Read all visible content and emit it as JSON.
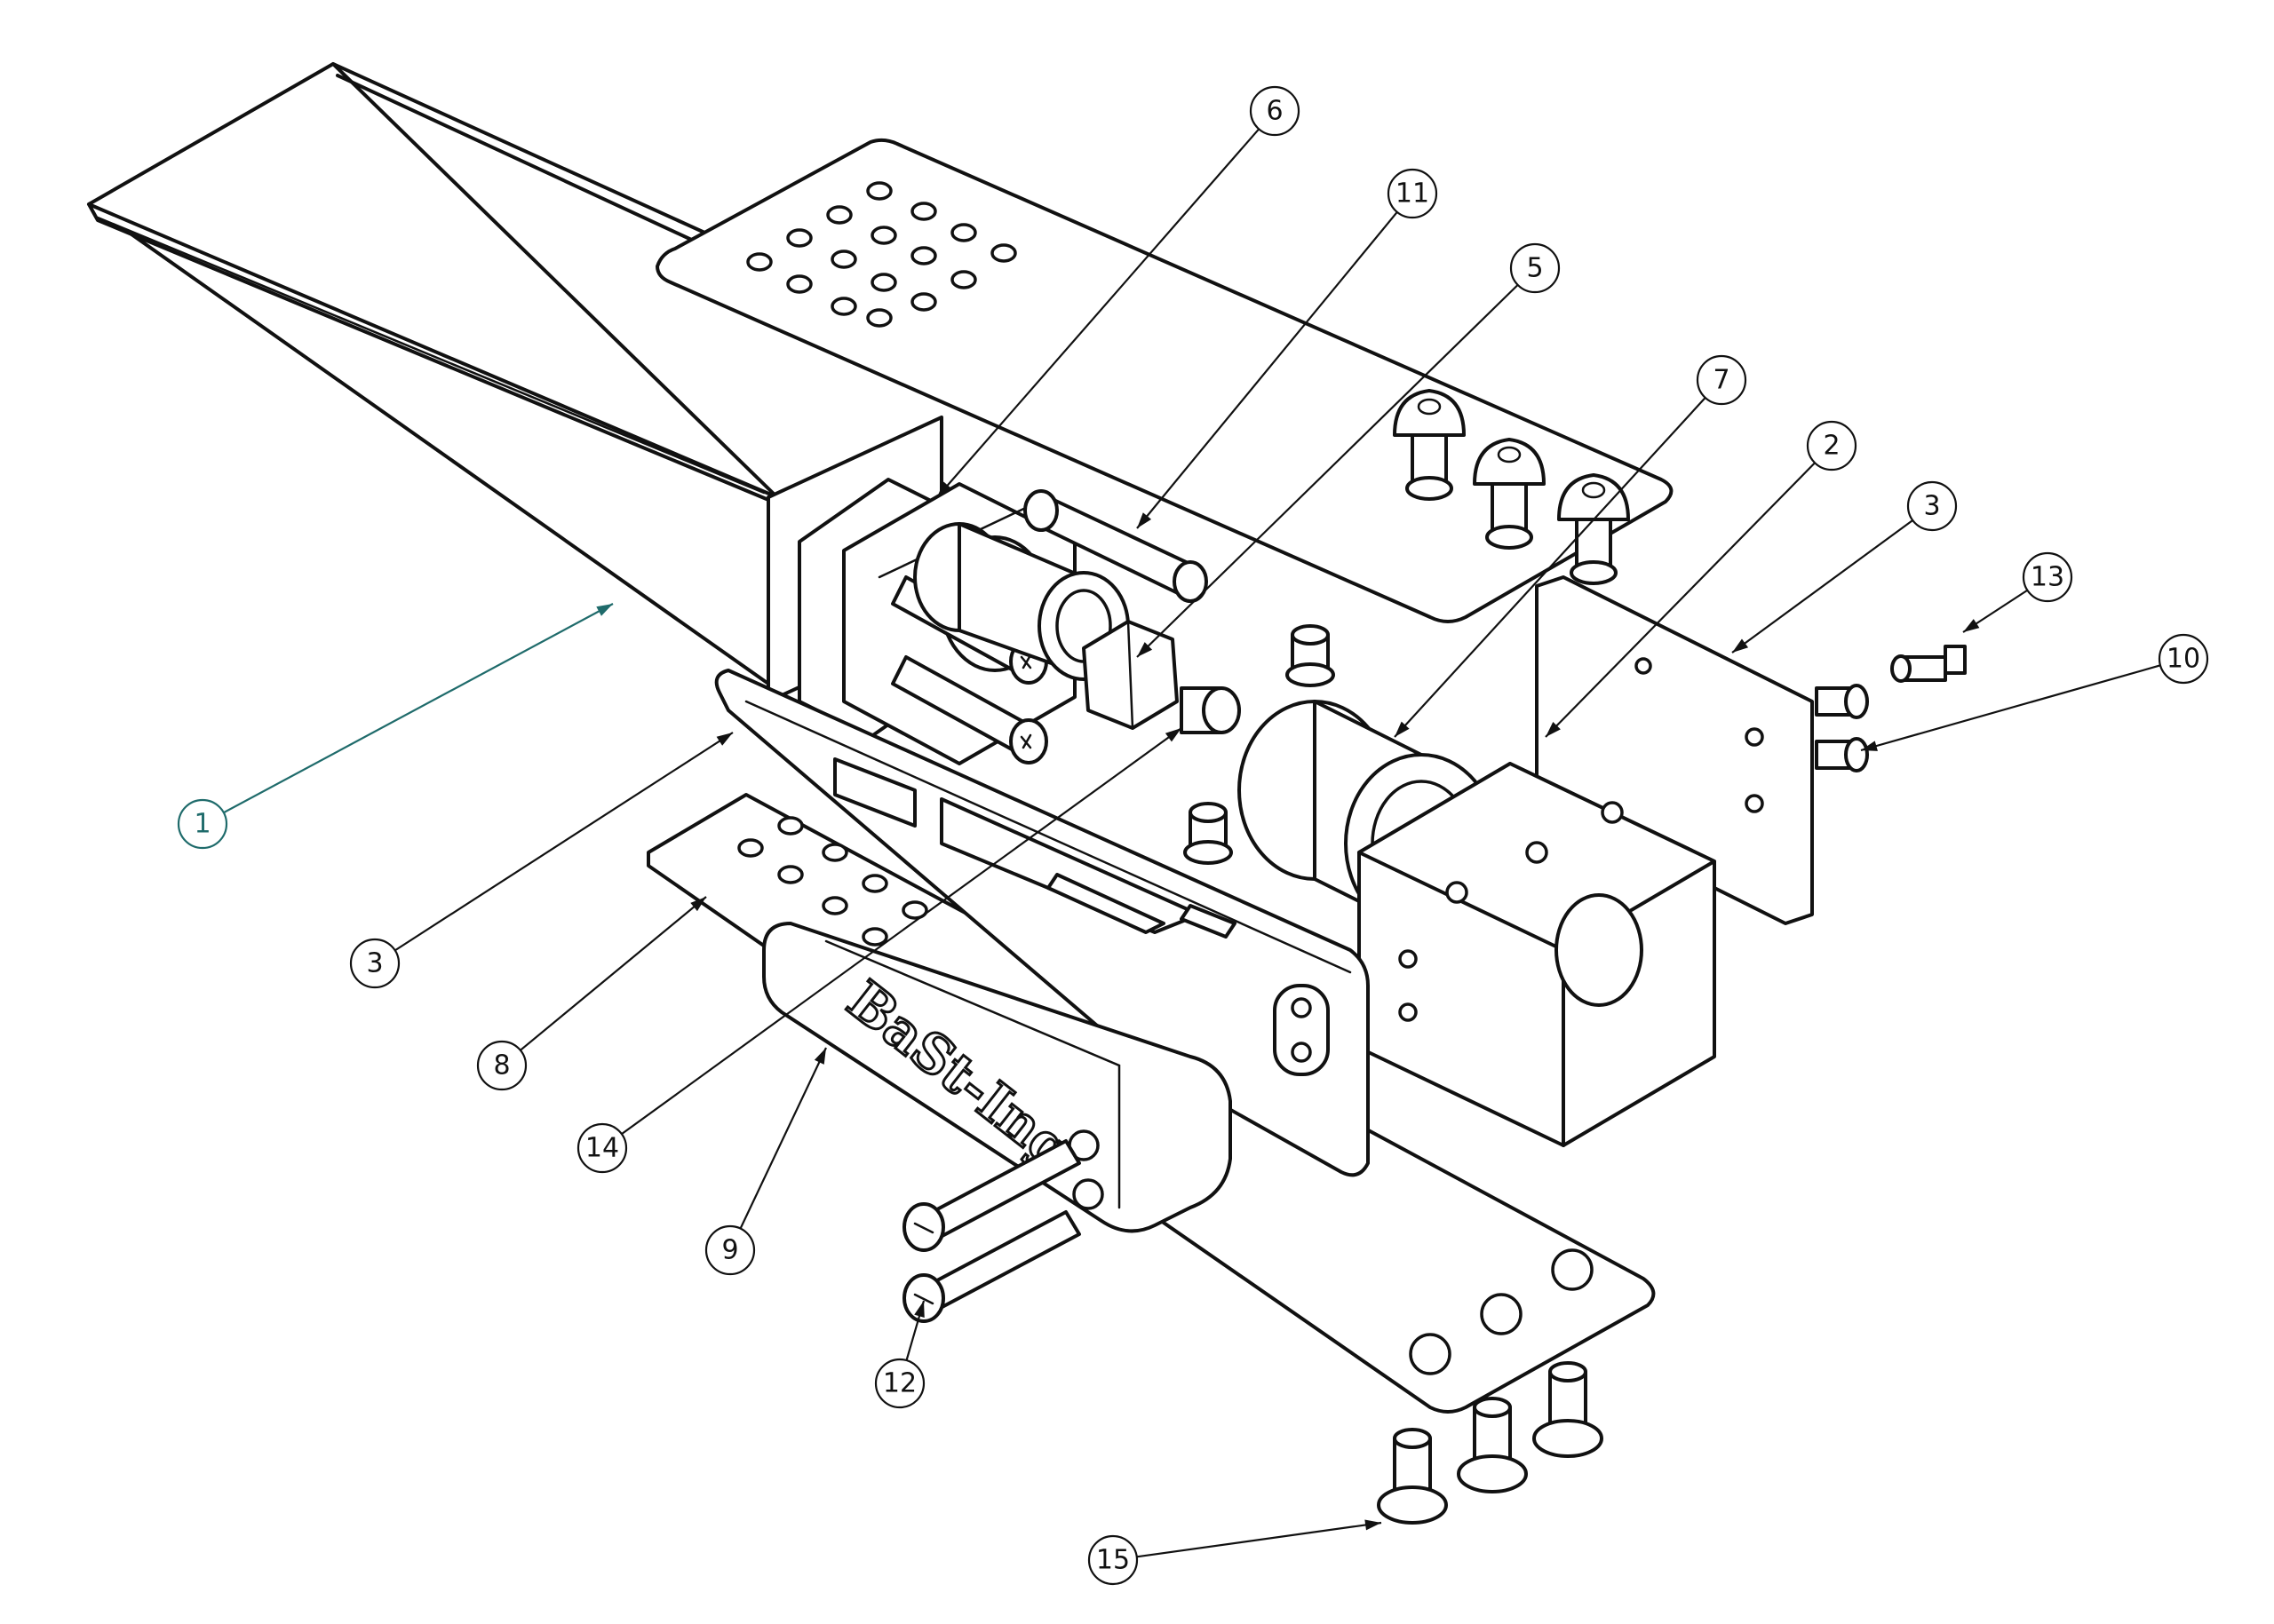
{
  "colors": {
    "line": "#111111",
    "highlight": "#1f6b6b",
    "background": "#ffffff"
  },
  "logo_text": "BaSt-Ing",
  "balloons": [
    {
      "id": "b1",
      "label": "1",
      "highlighted": true
    },
    {
      "id": "b2",
      "label": "2"
    },
    {
      "id": "b3a",
      "label": "3"
    },
    {
      "id": "b3b",
      "label": "3"
    },
    {
      "id": "b5",
      "label": "5"
    },
    {
      "id": "b6",
      "label": "6"
    },
    {
      "id": "b7",
      "label": "7"
    },
    {
      "id": "b8",
      "label": "8"
    },
    {
      "id": "b9",
      "label": "9"
    },
    {
      "id": "b10",
      "label": "10"
    },
    {
      "id": "b11",
      "label": "11"
    },
    {
      "id": "b12",
      "label": "12"
    },
    {
      "id": "b13",
      "label": "13"
    },
    {
      "id": "b14",
      "label": "14"
    },
    {
      "id": "b15",
      "label": "15"
    }
  ]
}
